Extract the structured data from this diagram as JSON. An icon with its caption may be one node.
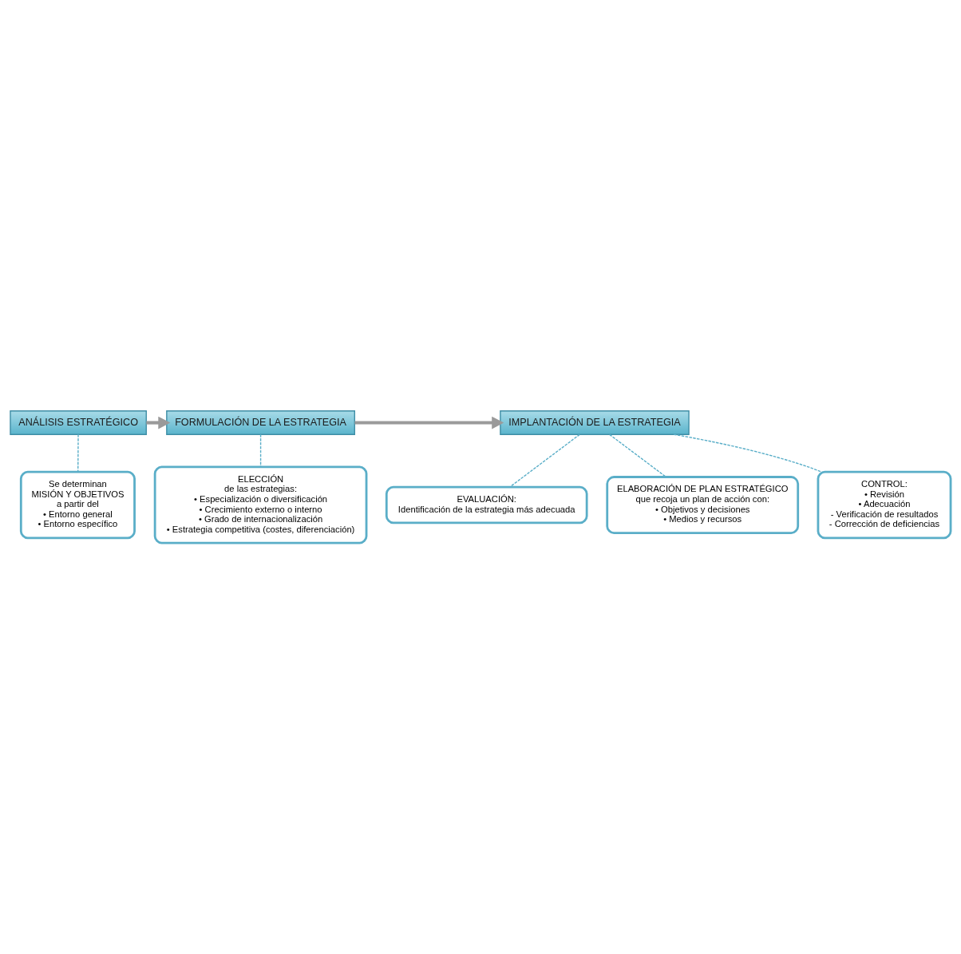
{
  "diagram": {
    "nodes": [
      {
        "text": [
          "ANÁLISIS ESTRATÉGICO"
        ]
      },
      {
        "text": [
          "FORMULACIÓN DE LA ESTRATEGIA"
        ]
      },
      {
        "text": [
          "IMPLANTACIÓN DE LA ESTRATEGIA"
        ]
      },
      {
        "text": [
          "Se determinan",
          "MISIÓN Y OBJETIVOS",
          "a partir del",
          "• Entorno general",
          "• Entorno específico"
        ]
      },
      {
        "text": [
          "ELECCIÓN",
          "de las estrategias:",
          "• Especialización o diversificación",
          "• Crecimiento externo o interno",
          "• Grado de internacionalización",
          "• Estrategia competitiva (costes, diferenciación)"
        ]
      },
      {
        "text": [
          "EVALUACIÓN:",
          "Identificación de la estrategia más adecuada"
        ]
      },
      {
        "text": [
          "ELABORACIÓN DE PLAN ESTRATÉGICO",
          "que recoja un plan de acción con:",
          "• Objetivos y decisiones",
          "• Medios y recursos"
        ]
      },
      {
        "text": [
          "CONTROL:",
          "• Revisión",
          "• Adecuación",
          "- Verificación de resultados",
          "- Corrección de deficiencias"
        ]
      }
    ],
    "edges": [
      {
        "from": 0,
        "to": 1,
        "arrow": "to",
        "style": "thick",
        "color": "#9a9a9a"
      },
      {
        "from": 1,
        "to": 2,
        "arrow": "to",
        "style": "thick",
        "color": "#9a9a9a"
      },
      {
        "from": 0,
        "to": 3,
        "arrow": "none",
        "style": "dashed"
      },
      {
        "from": 1,
        "to": 4,
        "arrow": "none",
        "style": "dashed"
      },
      {
        "from": 2,
        "to": 5,
        "arrow": "none",
        "style": "dashed"
      },
      {
        "from": 2,
        "to": 6,
        "arrow": "none",
        "style": "dashed"
      },
      {
        "from": 2,
        "to": 7,
        "arrow": "none",
        "style": "dashed"
      }
    ]
  }
}
